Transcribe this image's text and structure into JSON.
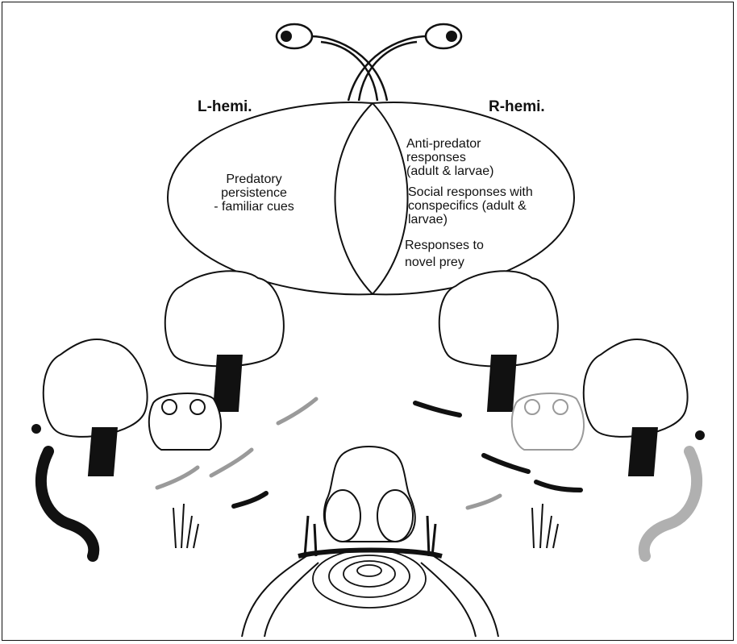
{
  "labels": {
    "left_hemisphere": "L-hemi.",
    "right_hemisphere": "R-hemi."
  },
  "left_functions": {
    "line1": "Predatory",
    "line2": "persistence",
    "line3": "- familiar cues"
  },
  "right_functions": {
    "anti_predator": [
      "Anti-predator",
      "responses",
      "(adult & larvae)"
    ],
    "social": [
      "Social responses with",
      "conspecifics (adult &",
      "larvae)"
    ],
    "novel": [
      "Responses to",
      "novel prey"
    ]
  },
  "colors": {
    "left_field": "#111111",
    "right_field": "#9a9a9a",
    "line": "#111111"
  },
  "icons": [
    "eye-icon",
    "tree-icon",
    "toad-icon",
    "snake-icon",
    "lizard-icon",
    "tadpole-icon",
    "grass-icon",
    "pond-icon",
    "flower-icon"
  ]
}
